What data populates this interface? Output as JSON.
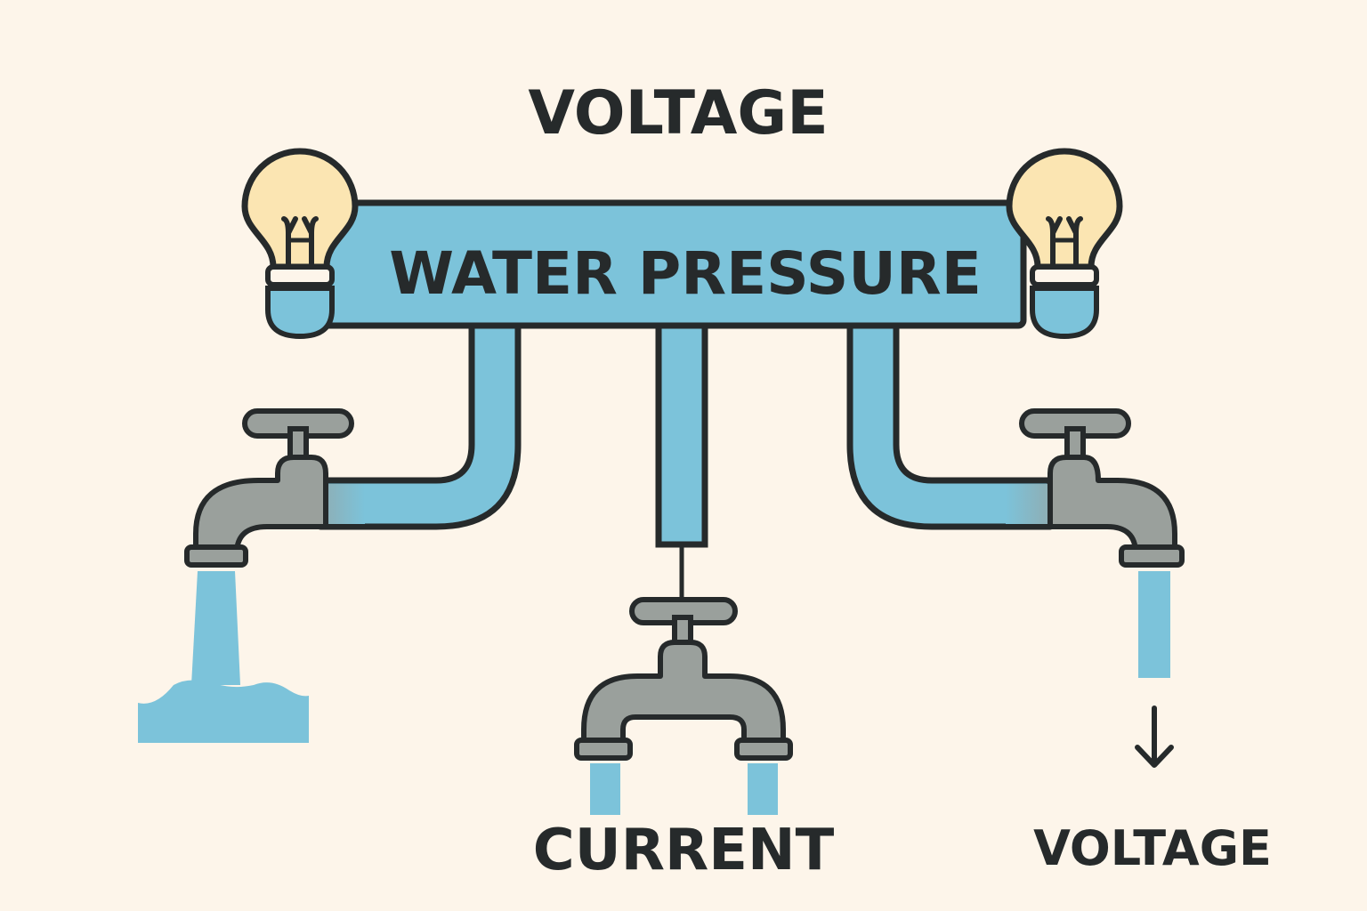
{
  "labels": {
    "top": "VOLTAGE",
    "pipe": "WATER PRESSURE",
    "center_bottom": "CURRENT",
    "right_bottom": "VOLTAGE"
  },
  "colors": {
    "background": "#fdf5ea",
    "water": "#7cc3da",
    "outline": "#262a2b",
    "faucet": "#9aa09c",
    "bulb": "#fbe5b2"
  },
  "icons": [
    "light-bulb-icon",
    "faucet-icon",
    "down-arrow-icon"
  ]
}
